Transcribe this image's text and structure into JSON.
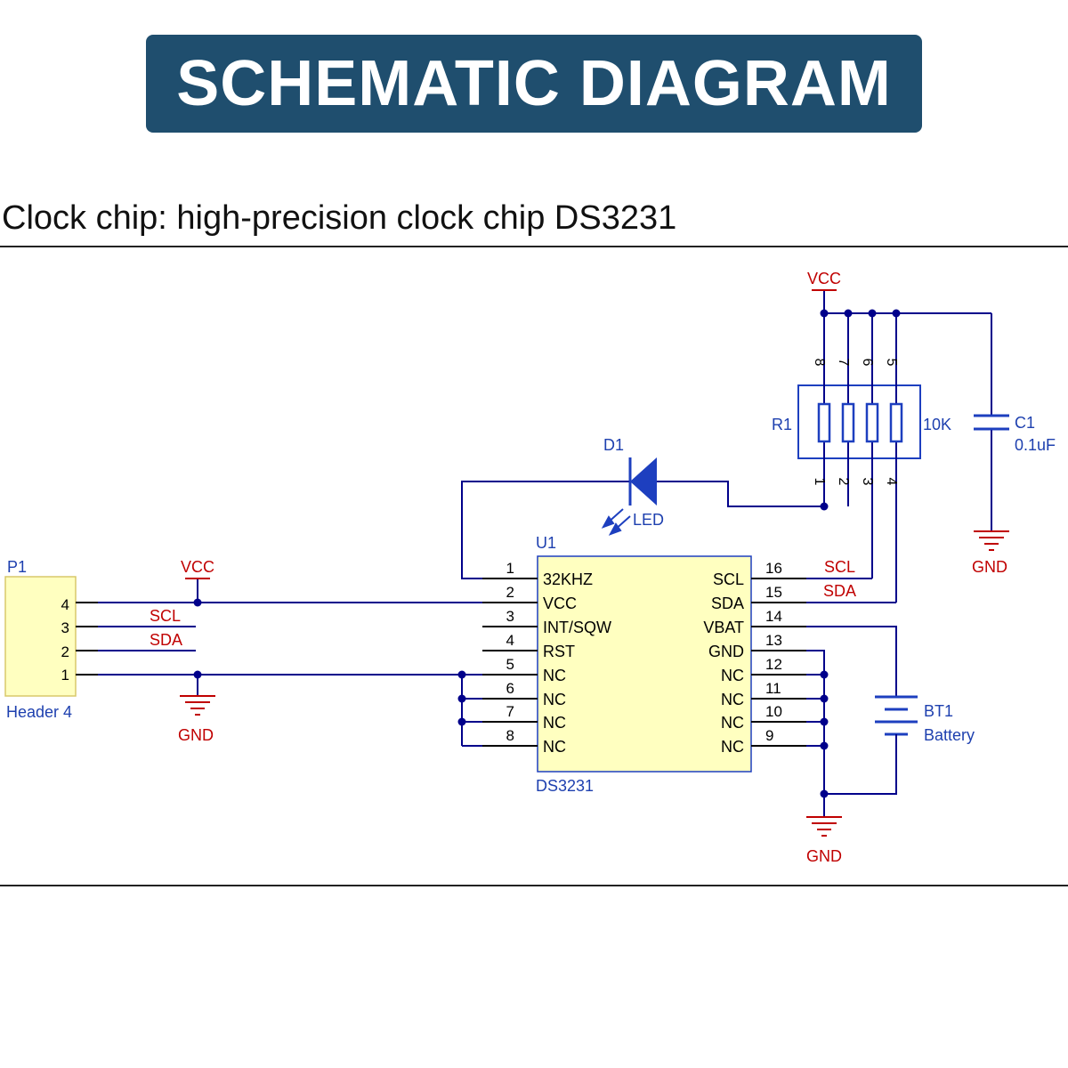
{
  "title": "SCHEMATIC DIAGRAM",
  "subtitle": "Clock chip: high-precision clock chip DS3231",
  "colors": {
    "banner": "#1f4e6e",
    "wire": "#00008b",
    "component_label": "#1e40af",
    "net_label": "#c00000",
    "ic_fill": "#ffffc0",
    "ic_border": "#1d3fbf",
    "pin_line": "#000000"
  },
  "header": {
    "ref": "P1",
    "value": "Header 4",
    "pins": [
      "4",
      "3",
      "2",
      "1"
    ]
  },
  "ic": {
    "ref": "U1",
    "value": "DS3231",
    "left_pins": [
      {
        "num": "1",
        "name": "32KHZ"
      },
      {
        "num": "2",
        "name": "VCC"
      },
      {
        "num": "3",
        "name": "INT/SQW"
      },
      {
        "num": "4",
        "name": "RST"
      },
      {
        "num": "5",
        "name": "NC"
      },
      {
        "num": "6",
        "name": "NC"
      },
      {
        "num": "7",
        "name": "NC"
      },
      {
        "num": "8",
        "name": "NC"
      }
    ],
    "right_pins": [
      {
        "num": "16",
        "name": "SCL"
      },
      {
        "num": "15",
        "name": "SDA"
      },
      {
        "num": "14",
        "name": "VBAT"
      },
      {
        "num": "13",
        "name": "GND"
      },
      {
        "num": "12",
        "name": "NC"
      },
      {
        "num": "11",
        "name": "NC"
      },
      {
        "num": "10",
        "name": "NC"
      },
      {
        "num": "9",
        "name": "NC"
      }
    ]
  },
  "resistor_array": {
    "ref": "R1",
    "value": "10K",
    "top_pins": [
      "8",
      "7",
      "6",
      "5"
    ],
    "bottom_pins": [
      "1",
      "2",
      "3",
      "4"
    ]
  },
  "capacitor": {
    "ref": "C1",
    "value": "0.1uF"
  },
  "led": {
    "ref": "D1",
    "value": "LED"
  },
  "battery": {
    "ref": "BT1",
    "value": "Battery"
  },
  "nets": {
    "vcc": "VCC",
    "gnd": "GND",
    "scl": "SCL",
    "sda": "SDA"
  }
}
